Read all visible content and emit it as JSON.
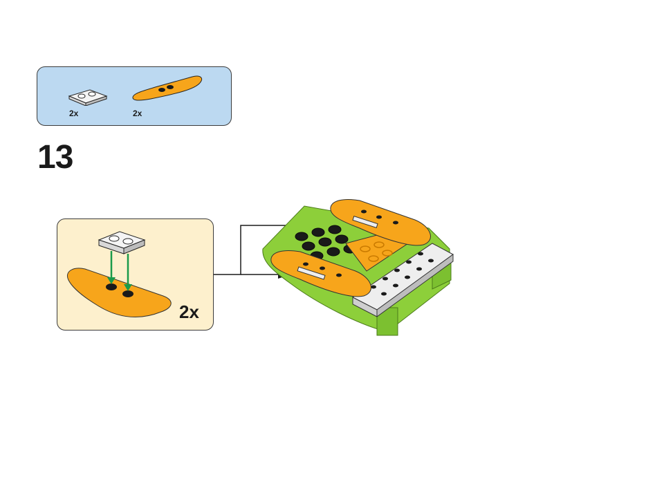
{
  "parts_list": {
    "items": [
      {
        "part": "white-plate-1x2-icon",
        "quantity": "2x"
      },
      {
        "part": "orange-ski-plate-icon",
        "quantity": "2x"
      }
    ],
    "background_color": "#bcd9f1"
  },
  "step": {
    "number": "13"
  },
  "callout": {
    "quantity": "2x",
    "background_color": "#fdf0cd",
    "arrow_color": "#1a9a4a"
  },
  "colors": {
    "orange": "#f7a51b",
    "lime": "#8dcf3a",
    "white_brick": "#eeeeee",
    "stud_dark": "#1a1a1a"
  }
}
